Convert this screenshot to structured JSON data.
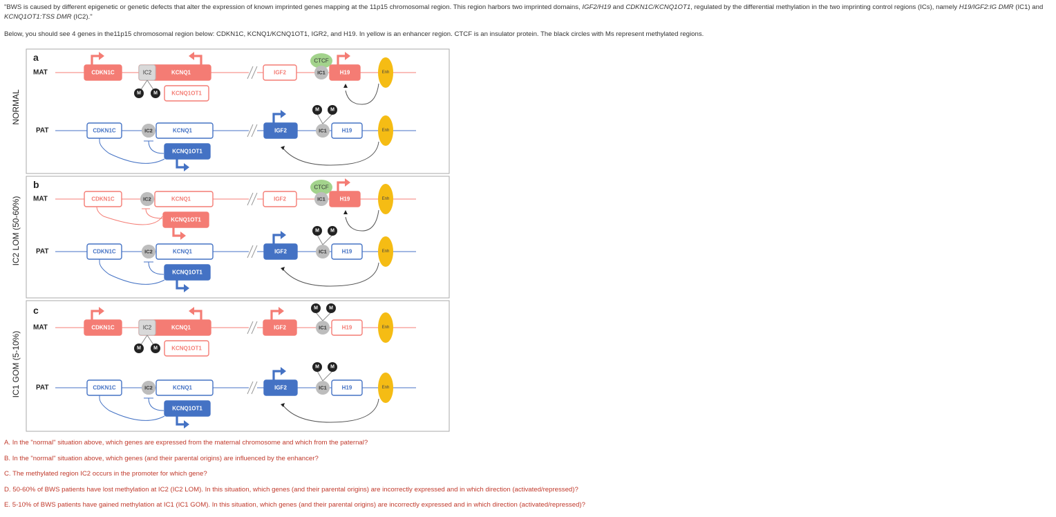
{
  "intro": {
    "p1_a": "\"BWS is caused by different epigenetic or genetic defects that alter the expression of known imprinted genes mapping at the 11p15 chromosomal region. This region harbors two imprinted domains, ",
    "p1_i1": "IGF2/H19",
    "p1_b": " and ",
    "p1_i2": "CDKN1C/KCNQ1OT1",
    "p1_c": ", regulated by the differential methylation in the two imprinting control regions (ICs), namely ",
    "p1_i3": "H19/IGF2:IG DMR",
    "p1_d": " (IC1) and ",
    "p1_i4": "KCNQ1OT1:TSS DMR",
    "p1_e": " (IC2).\"",
    "p2": "Below, you should see 4 genes in the11p15 chromosomal region below: CDKN1C, KCNQ1/KCNQ1OT1, IGR2, and H19. In yellow is an enhancer region. CTCF is an insulator protein. The black circles with Ms represent methylated regions."
  },
  "figure": {
    "row_labels": [
      "NORMAL",
      "IC2 LOM (50-60%)",
      "IC1 GOM (5-10%)"
    ],
    "panels": [
      "a",
      "b",
      "c"
    ],
    "mat": "MAT",
    "pat": "PAT",
    "genes": {
      "cdkn1c": "CDKN1C",
      "ic2": "IC2",
      "kcnq1": "KCNQ1",
      "kcnq1ot1": "KCNQ1OT1",
      "igf2": "IGF2",
      "ic1": "IC1",
      "h19": "H19",
      "enh": "Enh",
      "ctcf": "CTCF",
      "m": "M"
    },
    "colors": {
      "maternal": "#f47c74",
      "paternal": "#4472c4",
      "enhancer": "#f5bc14",
      "ctcf": "#a3d38c",
      "ic_gray": "#bdbdbd",
      "methyl": "#222222"
    }
  },
  "questions": [
    "A. In the \"normal\" situation above, which genes are expressed from the maternal chromosome and which from the paternal?",
    "B. In the \"normal\" situation above, which genes (and their parental origins) are influenced by the enhancer?",
    "C. The methylated region IC2 occurs in the promoter for which gene?",
    "D. 50-60% of BWS patients have lost methylation at IC2 (IC2 LOM). In this situation, which genes (and their parental origins) are incorrectly expressed and in which direction (activated/repressed)?",
    "E. 5-10% of BWS patients have gained methylation at IC1 (IC1 GOM). In this situation, which genes (and their parental origins) are incorrectly expressed and in which direction (activated/repressed)?"
  ]
}
